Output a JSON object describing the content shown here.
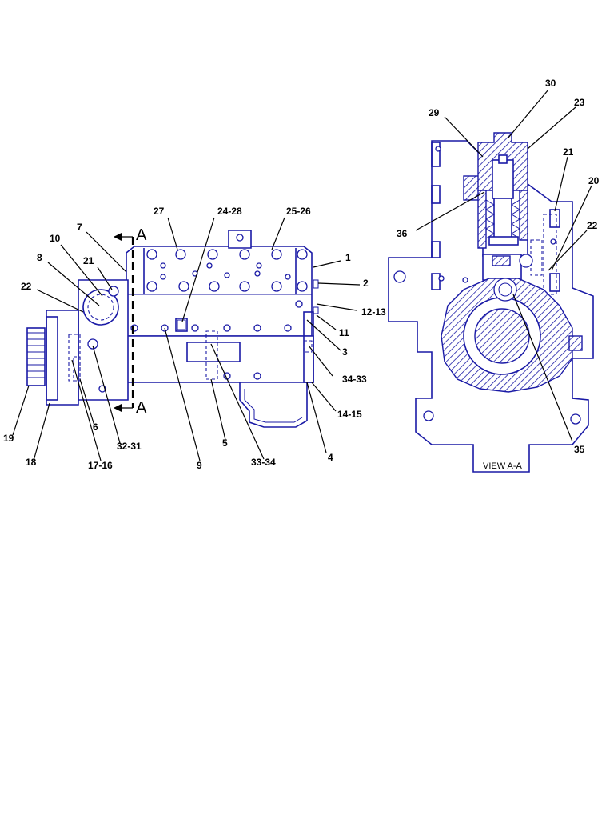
{
  "section_marker": {
    "letter": "A"
  },
  "view_caption": "VIEW A-A",
  "left_callouts": [
    {
      "id": "c27",
      "label": "27"
    },
    {
      "id": "c24_28",
      "label": "24-28"
    },
    {
      "id": "c25_26",
      "label": "25-26"
    },
    {
      "id": "c7",
      "label": "7"
    },
    {
      "id": "c10",
      "label": "10"
    },
    {
      "id": "c8",
      "label": "8"
    },
    {
      "id": "c21",
      "label": "21"
    },
    {
      "id": "c22",
      "label": "22"
    },
    {
      "id": "c1",
      "label": "1"
    },
    {
      "id": "c2",
      "label": "2"
    },
    {
      "id": "c12_13",
      "label": "12-13"
    },
    {
      "id": "c11",
      "label": "11"
    },
    {
      "id": "c3",
      "label": "3"
    },
    {
      "id": "c34_33",
      "label": "34-33"
    },
    {
      "id": "c14_15",
      "label": "14-15"
    },
    {
      "id": "c4",
      "label": "4"
    },
    {
      "id": "c5",
      "label": "5"
    },
    {
      "id": "c33_34",
      "label": "33-34"
    },
    {
      "id": "c9",
      "label": "9"
    },
    {
      "id": "c32_31",
      "label": "32-31"
    },
    {
      "id": "c6",
      "label": "6"
    },
    {
      "id": "c17_16",
      "label": "17-16"
    },
    {
      "id": "c18",
      "label": "18"
    },
    {
      "id": "c19",
      "label": "19"
    }
  ],
  "right_callouts": [
    {
      "id": "r30",
      "label": "30"
    },
    {
      "id": "r29",
      "label": "29"
    },
    {
      "id": "r23",
      "label": "23"
    },
    {
      "id": "r21",
      "label": "21"
    },
    {
      "id": "r20",
      "label": "20"
    },
    {
      "id": "r22",
      "label": "22"
    },
    {
      "id": "r36",
      "label": "36"
    },
    {
      "id": "r35",
      "label": "35"
    }
  ],
  "colors": {
    "line": "#1a1aa6",
    "text": "#000000",
    "background": "#ffffff"
  }
}
